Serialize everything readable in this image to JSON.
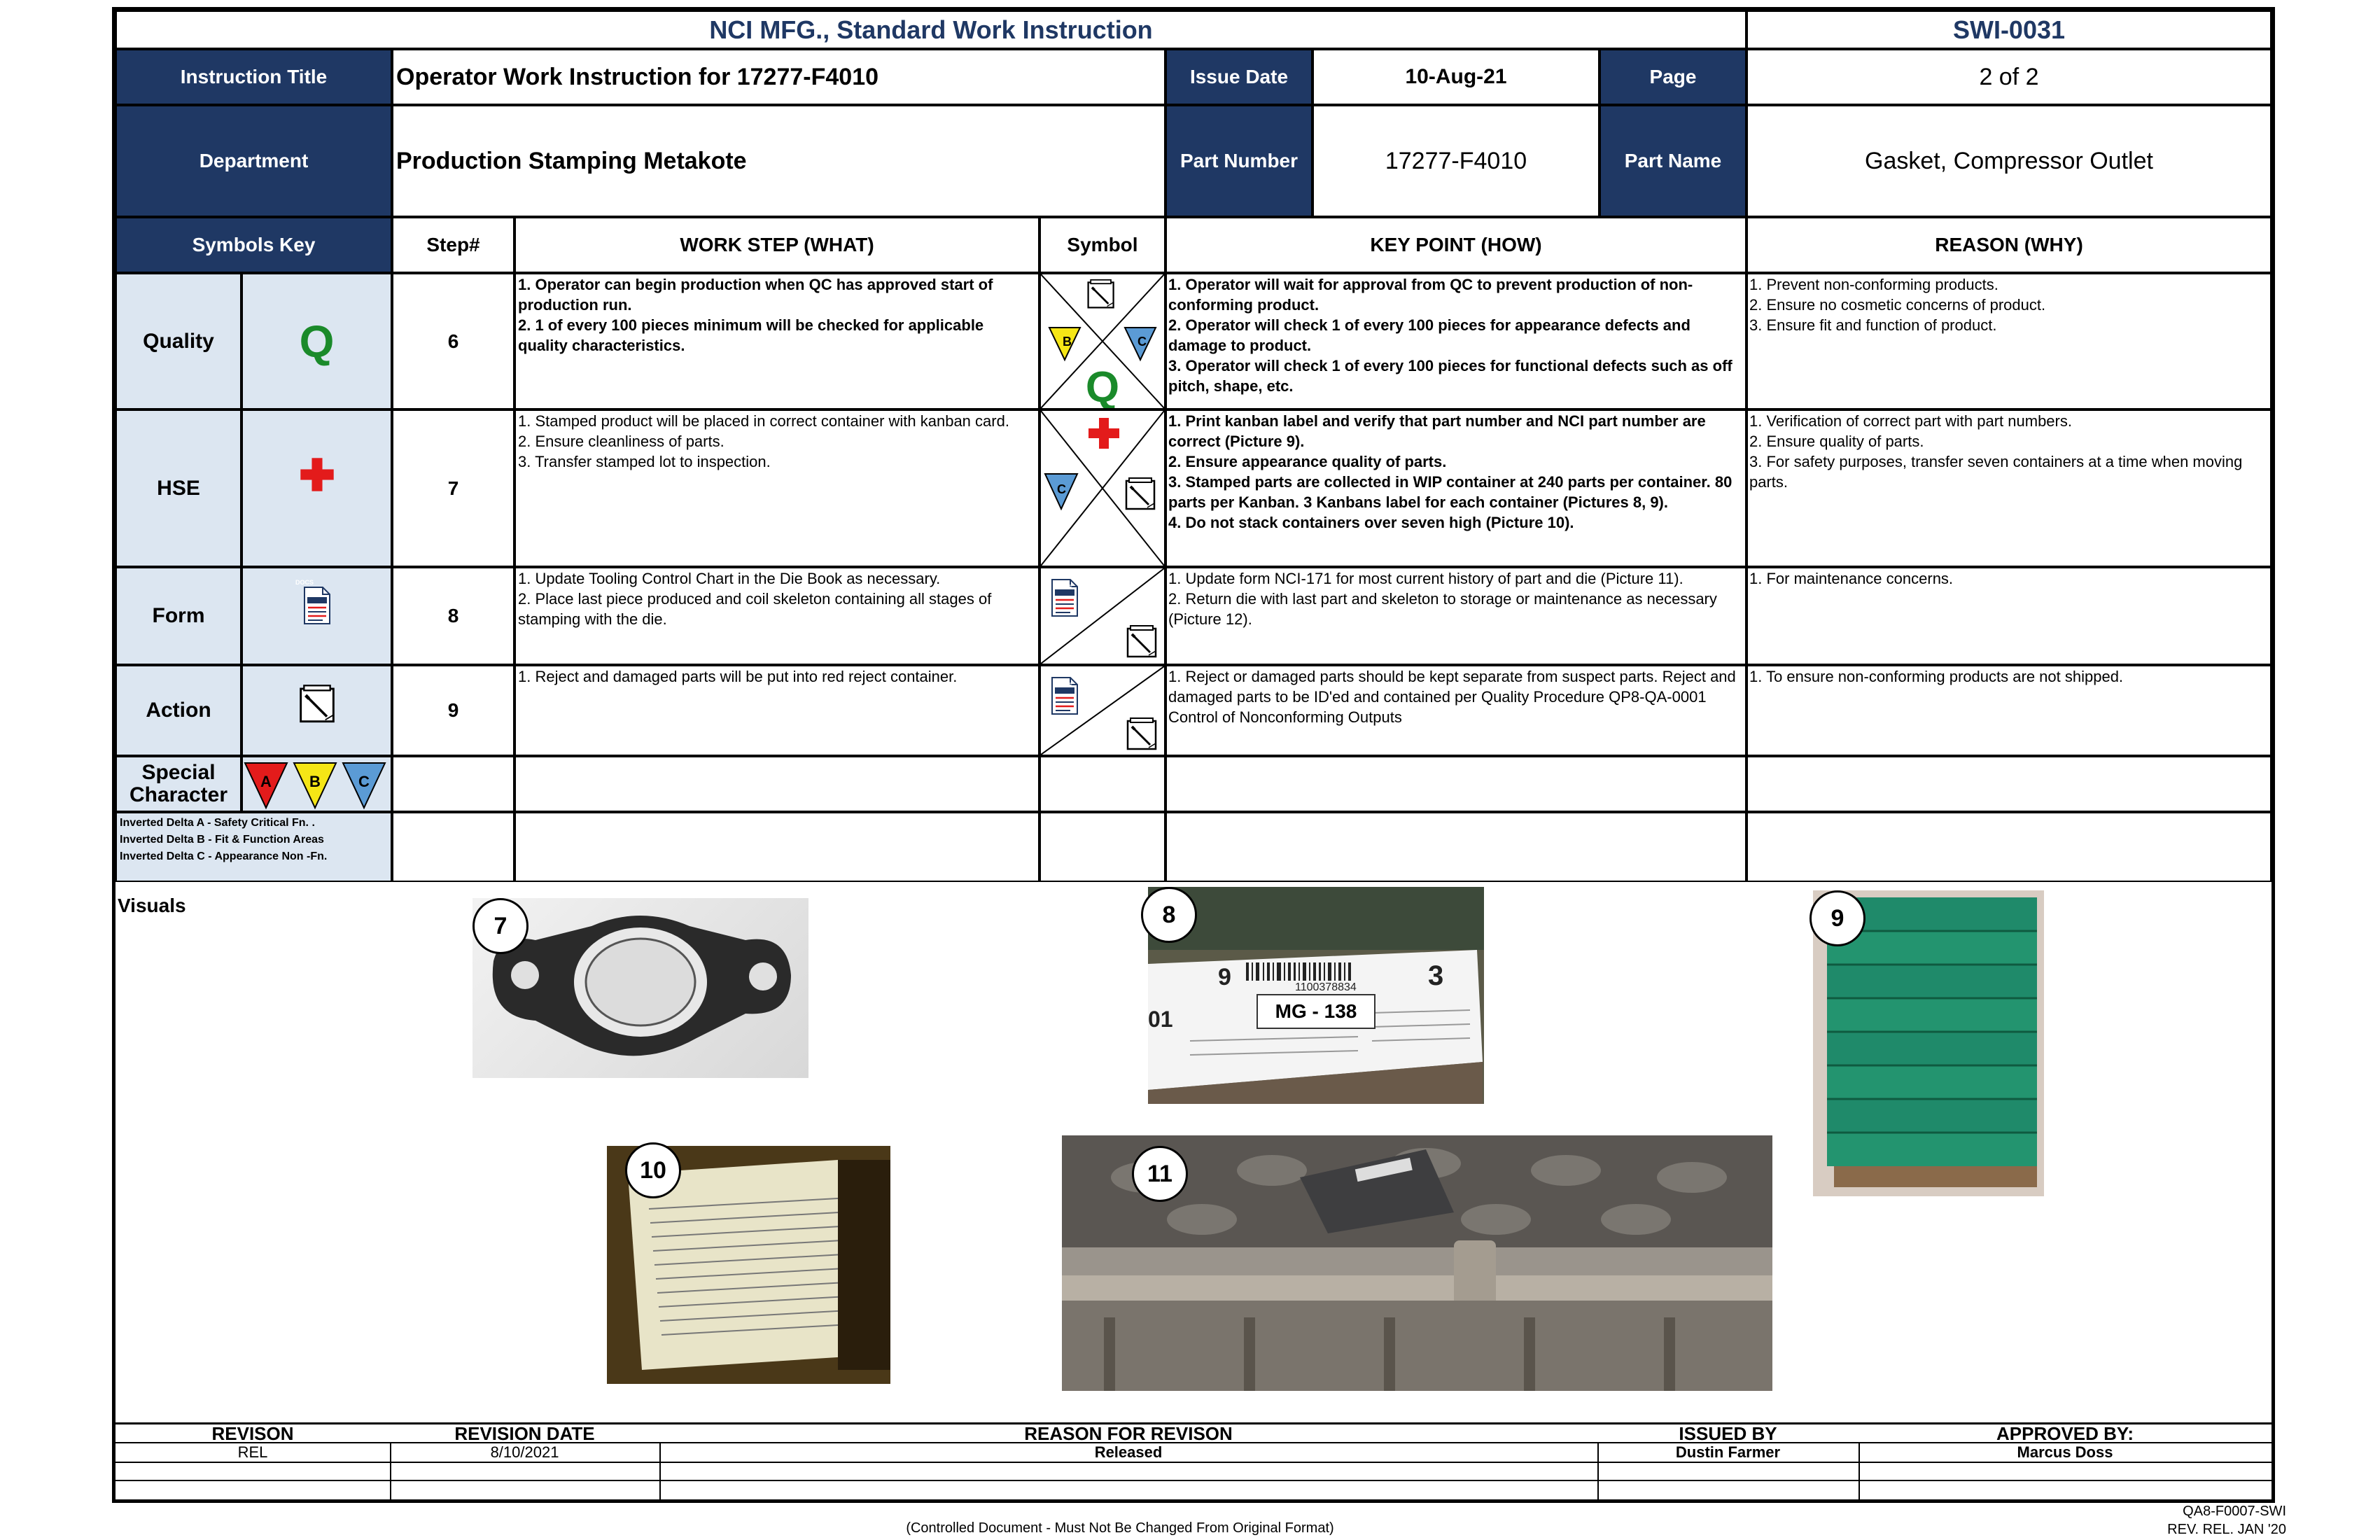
{
  "header": {
    "company_title": "NCI MFG., Standard Work Instruction",
    "doc_number": "SWI-0031"
  },
  "info": {
    "instruction_title_label": "Instruction Title",
    "instruction_title": "Operator Work Instruction for 17277-F4010",
    "issue_date_label": "Issue Date",
    "issue_date": "10-Aug-21",
    "page_label": "Page",
    "page": "2 of 2",
    "department_label": "Department",
    "department": "Production Stamping Metakote",
    "part_number_label": "Part Number",
    "part_number": "17277-F4010",
    "part_name_label": "Part Name",
    "part_name": "Gasket, Compressor Outlet"
  },
  "columns": {
    "symbols_key": "Symbols Key",
    "step": "Step#",
    "work_step": "WORK STEP (WHAT)",
    "symbol": "Symbol",
    "key_point": "KEY POINT (HOW)",
    "reason": "REASON (WHY)"
  },
  "symbols_key": {
    "quality": "Quality",
    "quality_glyph": "Q",
    "hse": "HSE",
    "form": "Form",
    "action": "Action",
    "special": "Special Character",
    "delta_a": "A",
    "delta_b": "B",
    "delta_c": "C",
    "docs_label": "DOCS",
    "legend": [
      "Inverted Delta A - Safety Critical Fn. .",
      "Inverted Delta B - Fit & Function Areas",
      "Inverted Delta C  - Appearance Non -Fn."
    ]
  },
  "steps": [
    {
      "step": "6",
      "what": [
        "1. Operator can begin production when QC has approved start of production run.",
        "2. 1 of every 100 pieces minimum will be checked for applicable quality characteristics."
      ],
      "how": [
        "1. Operator will wait for approval from QC to prevent production of non-conforming product.",
        "2. Operator will check 1 of every 100 pieces for appearance defects and damage to product.",
        "3. Operator will check 1 of every 100 pieces for functional defects such as off pitch, shape, etc."
      ],
      "why": [
        "1. Prevent non-conforming products.",
        "2. Ensure no cosmetic concerns of product.",
        "3. Ensure fit and function of product."
      ]
    },
    {
      "step": "7",
      "what": [
        "1. Stamped product will be placed in correct container with kanban card.",
        "2. Ensure cleanliness of parts.",
        "3. Transfer stamped lot to inspection."
      ],
      "how": [
        "1. Print kanban label and verify that part number and NCI part number are correct (Picture 9).",
        "2. Ensure appearance quality of parts.",
        "3. Stamped parts are collected in WIP container at 240 parts per container. 80 parts per Kanban. 3 Kanbans label for each container (Pictures 8, 9).",
        "4. Do not stack containers over seven high (Picture 10)."
      ],
      "why": [
        "1. Verification of correct part with part numbers.",
        "2. Ensure quality of parts.",
        "3. For safety purposes, transfer seven containers at a time when moving parts."
      ]
    },
    {
      "step": "8",
      "what": [
        "1. Update Tooling Control Chart in the Die Book as necessary.",
        " 2. Place last piece produced and coil skeleton containing all stages of stamping with the die."
      ],
      "how": [
        "1. Update form NCI-171 for most current history of part and die (Picture 11).",
        "2. Return die with last part and skeleton to storage or maintenance as necessary (Picture 12)."
      ],
      "why": [
        "1. For maintenance concerns."
      ]
    },
    {
      "step": "9",
      "what": [
        "1. Reject and damaged parts will be put into red reject container."
      ],
      "how": [
        "1. Reject or damaged parts should be kept separate from suspect parts. Reject and damaged parts to be ID'ed and contained per Quality Procedure QP8-QA-0001 Control of Nonconforming Outputs"
      ],
      "why": [
        "1. To ensure non-conforming products are not shipped."
      ]
    }
  ],
  "visuals": {
    "label": "Visuals",
    "pictures": [
      {
        "number": "7",
        "subject": "gasket"
      },
      {
        "number": "8",
        "subject": "kanban card",
        "caption": "MG - 138",
        "card_code": "1100378834"
      },
      {
        "number": "9",
        "subject": "green containers"
      },
      {
        "number": "10",
        "subject": "die book"
      },
      {
        "number": "11",
        "subject": "die with skeleton"
      }
    ]
  },
  "revision": {
    "headers": [
      "REVISON",
      "REVISION DATE",
      "REASON FOR REVISON",
      "ISSUED BY",
      "APPROVED BY:"
    ],
    "rows": [
      [
        "REL",
        "8/10/2021",
        "Released",
        "Dustin Farmer",
        "Marcus Doss"
      ]
    ]
  },
  "footer": {
    "controlled": "(Controlled Document - Must Not Be Changed From Original Format)",
    "form_number": "QA8-F0007-SWI",
    "rev_rel": "REV. REL. JAN '20"
  },
  "colors": {
    "navy": "#1f3864",
    "light_blue": "#dce6f1",
    "quality_green": "#1a8a2a",
    "hse_red": "#e31b1b",
    "delta_a": "#e31b1b",
    "delta_b": "#f5e616",
    "delta_c": "#5b9bd5"
  }
}
